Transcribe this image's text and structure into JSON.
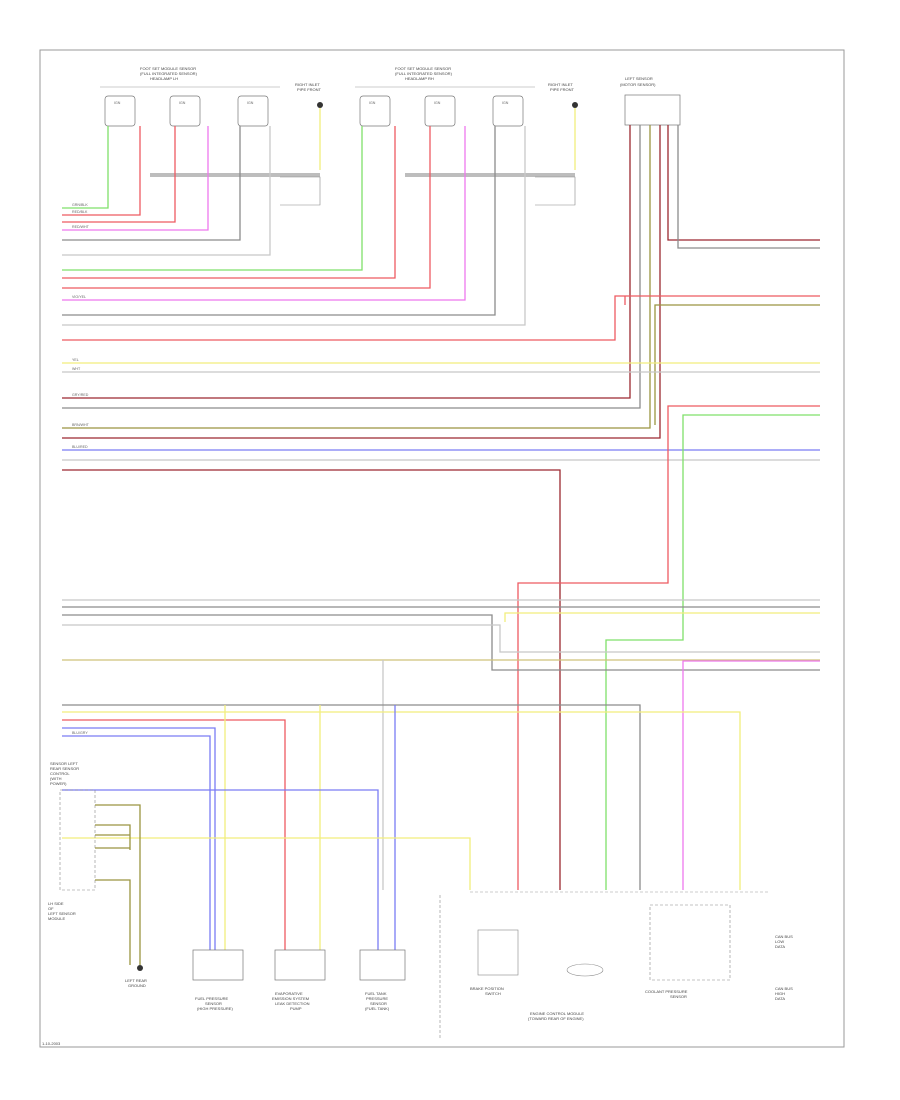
{
  "colors": {
    "red": "#ee5a62",
    "green": "#7fe06a",
    "magenta": "#ee78ee",
    "yellow": "#f2ee7c",
    "blue": "#7a7cf4",
    "tan": "#cfc27a",
    "gray": "#8c8c8c",
    "lightgray": "#c8c8c8",
    "darkred": "#9c2830",
    "olive": "#9a9540",
    "frame": "#9a9a9a"
  },
  "top_labels": {
    "fl_module_title": "FOOT SET MODULE SENSOR",
    "fl_module_sub1": "(FULL INTEGRATED SENSOR)",
    "fl_module_sub2": "HEADLAMP LH",
    "fr_module_title": "FOOT SET MODULE SENSOR",
    "fr_module_sub1": "(FULL INTEGRATED SENSOR)",
    "fr_module_sub2": "HEADLAMP RH",
    "right_inlet_1": "RIGHT INLET",
    "right_inlet_1_sub": "PIPE FRONT",
    "right_inlet_2": "RIGHT INLET",
    "right_inlet_2_sub": "PIPE FRONT",
    "light_sensor": "LEFT SENSOR",
    "light_sensor_sub": "(MOTOR SENSOR)"
  },
  "bottom_labels": {
    "left_sensor_title": "SENSOR LEFT",
    "left_sensor_l2": "REAR SENSOR",
    "left_sensor_l3": "CONTROL",
    "left_sensor_l4": "(WITH",
    "left_sensor_l5": "POWER)",
    "left_sensor_bot1": "LH SIDE",
    "left_sensor_bot2": "OF",
    "left_sensor_bot3": "LEFT SENSOR",
    "left_sensor_bot4": "MODULE",
    "ground_l1": "LEFT REAR",
    "ground_l2": "GROUND",
    "fuel_pressure_l1": "FUEL PRESSURE",
    "fuel_pressure_l2": "SENSOR",
    "fuel_pressure_l3": "(HIGH PRESSURE)",
    "evap_l1": "EVAPORATIVE",
    "evap_l2": "EMISSION SYSTEM",
    "evap_l3": "LEAK DETECTION",
    "evap_l4": "PUMP",
    "fuel_tank_l1": "FUEL TANK",
    "fuel_tank_l2": "PRESSURE",
    "fuel_tank_l3": "SENSOR",
    "fuel_tank_l4": "(FUEL TANK)",
    "brake_l1": "BRAKE POSITION",
    "brake_l2": "SWITCH",
    "coolant_l1": "COOLANT PRESSURE",
    "coolant_l2": "SENSOR",
    "control_l1": "ENGINE CONTROL MODULE",
    "control_l2": "(TOWARD REAR OF ENGINE)",
    "legend_1a": "CAN BUS",
    "legend_1b": "LOW",
    "legend_1c": "DATA",
    "legend_2a": "CAN BUS",
    "legend_2b": "HIGH",
    "legend_2c": "DATA",
    "footer_code": "1-10-2003"
  },
  "wire_codes": {
    "w1": "GRN/BLK",
    "w2": "RED/BLK",
    "w3": "RED/WHT",
    "w4": "VIO/YEL",
    "w5": "BLU/RED",
    "w6": "BRN/WHT",
    "w7": "YEL",
    "w8": "WHT",
    "w9": "GRY/RED",
    "w10": "BLU/GRY"
  }
}
